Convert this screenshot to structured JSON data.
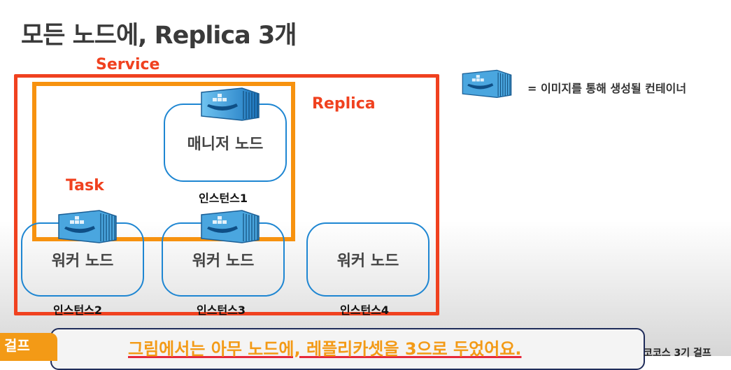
{
  "title": "모든 노드에, Replica 3개",
  "labels": {
    "service": "Service",
    "replica": "Replica",
    "task": "Task"
  },
  "nodes": {
    "manager": "매니저 노드",
    "worker2": "워커 노드",
    "worker3": "워커 노드",
    "worker4": "워커 노드"
  },
  "instances": {
    "i1": "인스턴스1",
    "i2": "인스턴스2",
    "i3": "인스턴스3",
    "i4": "인스턴스4"
  },
  "legend": {
    "text": "= 이미지를 통해 생성될 컨테이너",
    "icon": "docker-container-icon"
  },
  "caption": {
    "tab": "걸프",
    "text": "그림에서는 아무 노드에, 레플리카셋을 3으로 두었어요.",
    "corner": "코코스 3기 걸프"
  },
  "colors": {
    "service": "#f0411f",
    "replica": "#f7920f",
    "node_border": "#1e86d2",
    "caption_text": "#f39a16"
  }
}
